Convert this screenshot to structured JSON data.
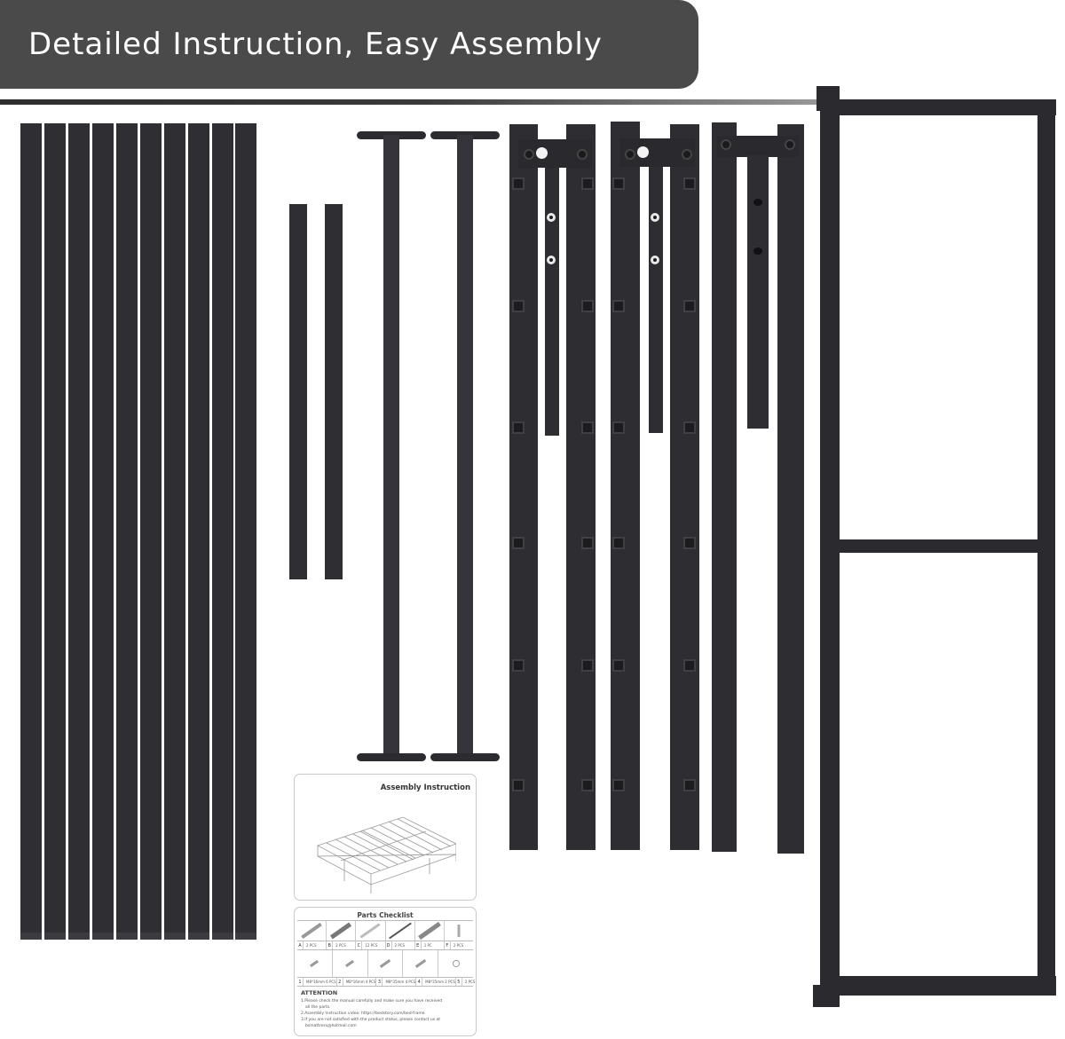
{
  "banner": {
    "title": "Detailed Instruction, Easy Assembly",
    "background_color": "#4a4a4a",
    "text_color": "#ffffff"
  },
  "product_parts": {
    "long_slats_count": 10,
    "short_slats_count": 2,
    "support_legs_count": 2,
    "side_rails_count": 3,
    "end_frame_count": 1,
    "part_color": "#2f2f33"
  },
  "manual": {
    "cover": {
      "title": "Assembly Instruction"
    },
    "checklist": {
      "title": "Parts Checklist",
      "parts": [
        {
          "letter": "A",
          "qty": "2 PCS"
        },
        {
          "letter": "B",
          "qty": "2 PCS"
        },
        {
          "letter": "C",
          "qty": "12 PCS"
        },
        {
          "letter": "D",
          "qty": "2 PCS"
        },
        {
          "letter": "E",
          "qty": "1 PC"
        },
        {
          "letter": "F",
          "qty": "2 PCS"
        }
      ],
      "hardware": [
        {
          "num": "1",
          "spec": "M8*16mm 6 PCS"
        },
        {
          "num": "2",
          "spec": "M8*16mm 4 PCS"
        },
        {
          "num": "3",
          "spec": "M8*35mm 4 PCS"
        },
        {
          "num": "4",
          "spec": "M8*35mm 2 PCS"
        },
        {
          "num": "5",
          "spec": "2 PCS"
        }
      ],
      "attention": {
        "title": "ATTENTION",
        "lines": [
          "1.Please check the manual carefully and make sure you have received",
          "all the parts.",
          "2.Assembly Instruction video: https://bedstory.com/bed-frame",
          "3.If you are not satisfied with the product status, please contact us at",
          "bsmattress@hotmail.com"
        ]
      }
    }
  }
}
